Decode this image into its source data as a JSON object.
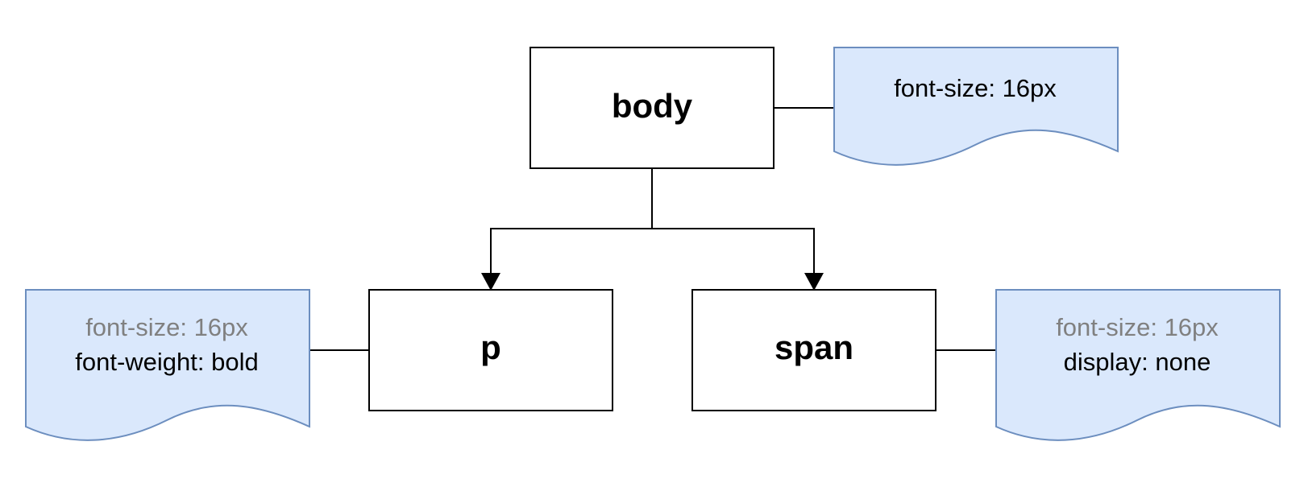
{
  "nodes": {
    "body": {
      "label": "body"
    },
    "p": {
      "label": "p"
    },
    "span": {
      "label": "span"
    }
  },
  "notes": {
    "body_note": {
      "lines": [
        "font-size: 16px"
      ]
    },
    "p_note": {
      "lines": [
        "font-size: 16px",
        "font-weight: bold"
      ]
    },
    "span_note": {
      "lines": [
        "font-size: 16px",
        "display: none"
      ]
    }
  },
  "colors": {
    "note_fill": "#dae8fc",
    "note_stroke": "#6c8ebf",
    "inherited_text": "#808080",
    "own_text": "#000000"
  }
}
